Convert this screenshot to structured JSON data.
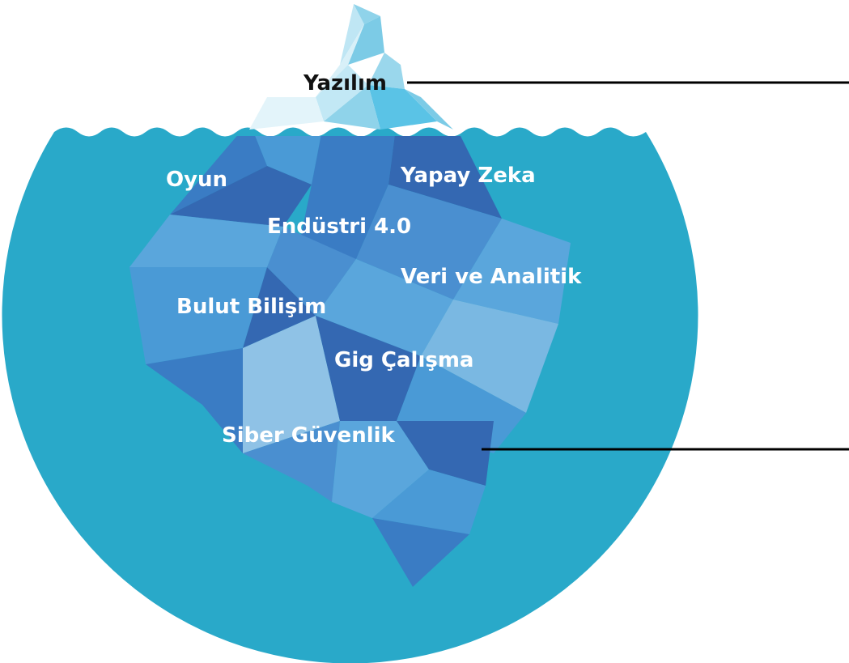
{
  "diagram": {
    "tip_label": "Yazılım",
    "underwater_labels": [
      "Oyun",
      "Yapay Zeka",
      "Endüstri 4.0",
      "Veri ve Analitik",
      "Bulut Bilişim",
      "Gig Çalışma",
      "Siber Güvenlik"
    ],
    "colors": {
      "water": "#29a9c9",
      "ice_light": "#8fd3ea",
      "ice_mid": "#4a9ad6",
      "ice_dark": "#3468b2",
      "callout_line": "#000000"
    }
  }
}
